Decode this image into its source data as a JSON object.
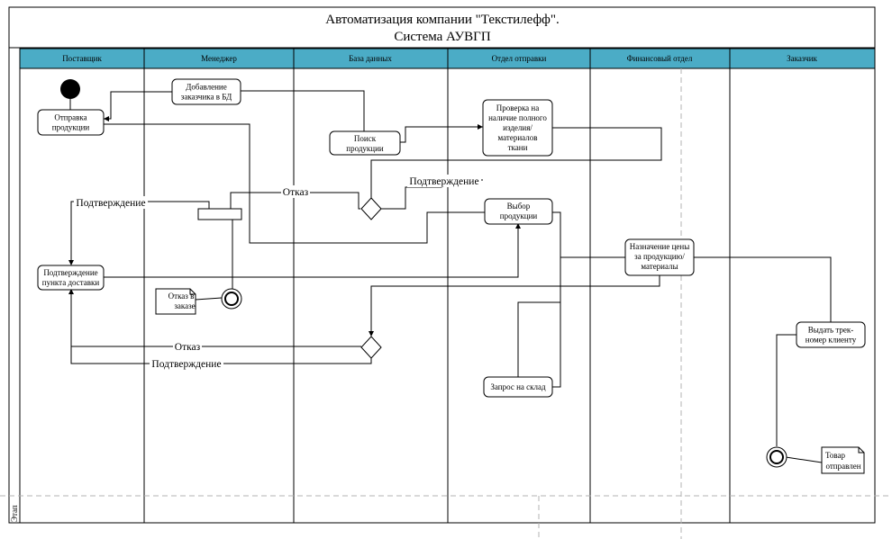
{
  "title": {
    "line1": "Автоматизация компании \"Текстилефф\".",
    "line2": "Система АУВГП"
  },
  "lanes": [
    "Поставщик",
    "Менеджер",
    "База данных",
    "Отдел отправки",
    "Финансовый отдел",
    "Заказчик"
  ],
  "stage_label": "Этап",
  "nodes": {
    "send_products": [
      "Отправка",
      "продукции"
    ],
    "add_customer": [
      "Добавление",
      "заказчика в БД"
    ],
    "search_products": [
      "Поиск",
      "продукции"
    ],
    "check_availability": [
      "Проверка на",
      "наличие полного",
      "изделия/",
      "материалов",
      "ткани"
    ],
    "select_products": [
      "Выбор",
      "продукции"
    ],
    "assign_price": [
      "Назначение цены",
      "за продукцию/",
      "материалы"
    ],
    "confirm_delivery": [
      "Подтверждение",
      "пункта доставки"
    ],
    "warehouse_request": [
      "Запрос на склад"
    ],
    "issue_tracking": [
      "Выдать трек-",
      "номер клиенту"
    ],
    "note_refusal": [
      "Отказ в",
      "заказе"
    ],
    "note_shipped": [
      "Товар",
      "отправлен"
    ]
  },
  "edge_labels": {
    "refusal_top": "Отказ",
    "confirm_top_right": "Подтверждение",
    "confirm_top_left": "Подтверждение",
    "refusal_bottom": "Отказ",
    "confirm_bottom": "Подтверждение"
  },
  "colors": {
    "lane_header": "#4bacc6",
    "stroke": "#000000",
    "guide": "#b3b3b3"
  }
}
